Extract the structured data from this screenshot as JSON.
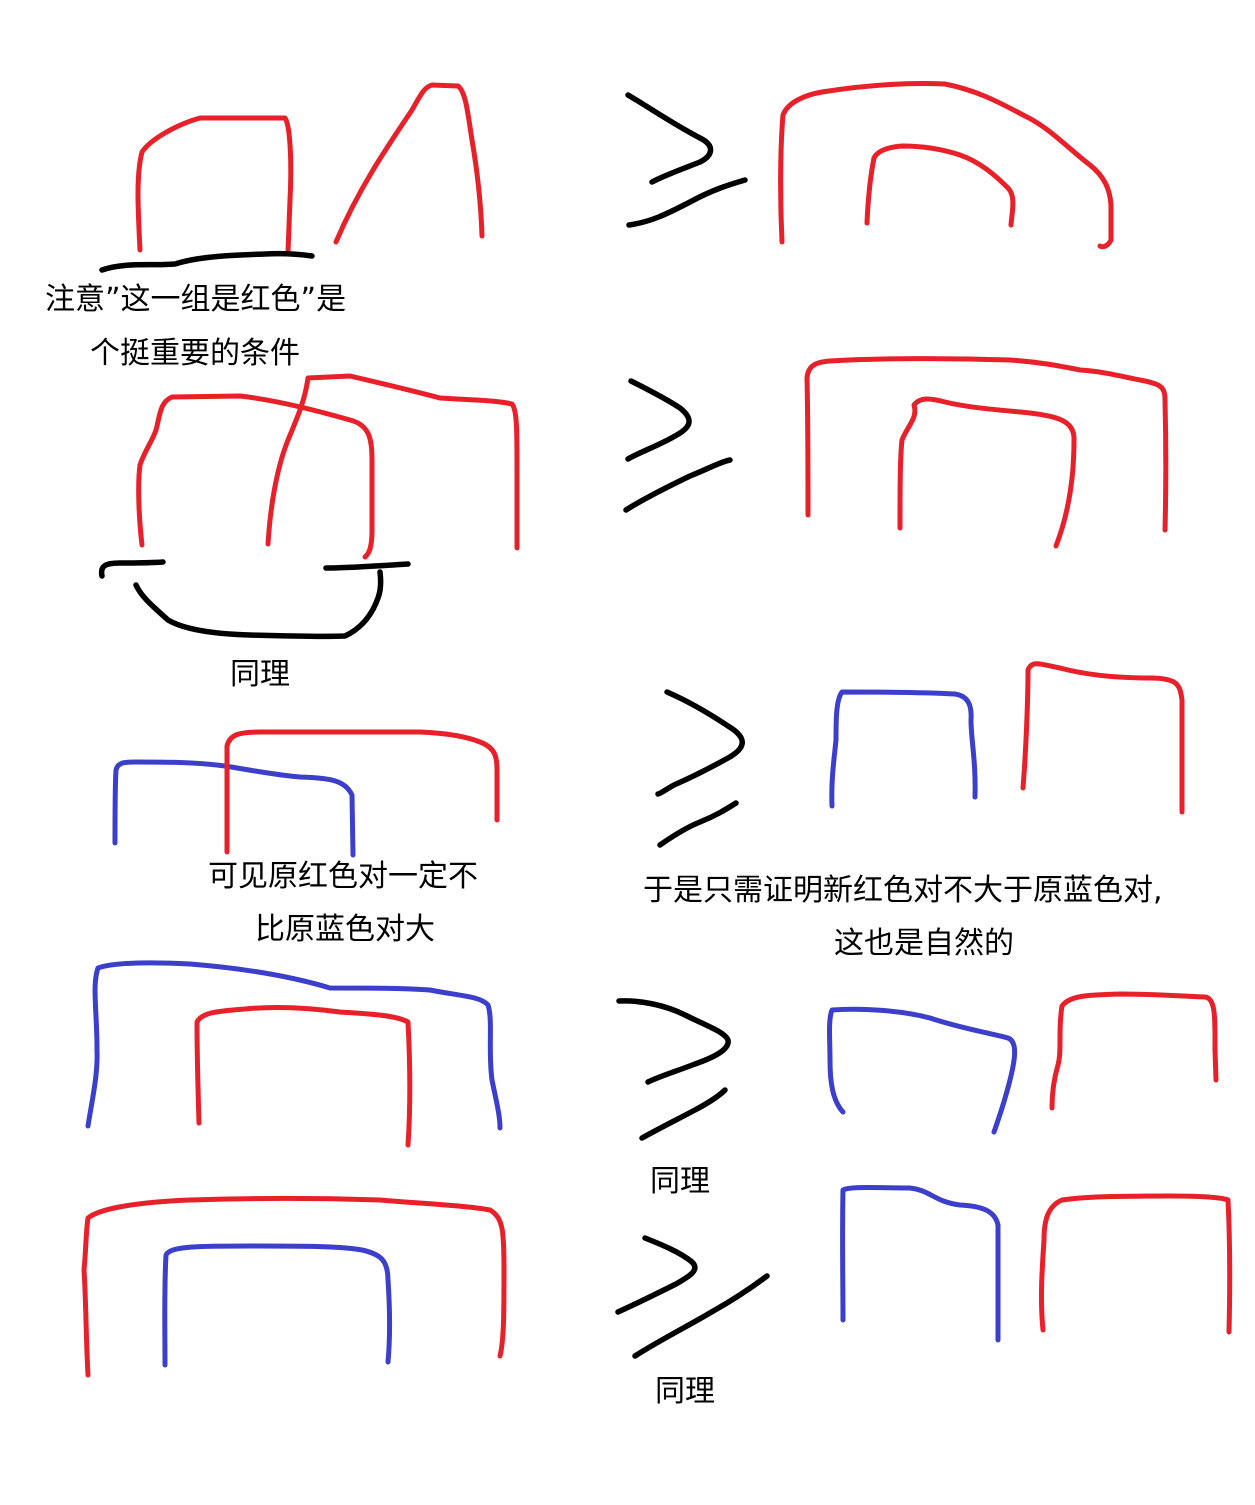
{
  "colors": {
    "red": "#e8202a",
    "blue": "#3b3fcc",
    "black": "#000000",
    "background": "#ffffff"
  },
  "notes": {
    "row1_line1": "注意”这一组是红色”是",
    "row1_line2": "个挺重要的条件",
    "row2": "同理",
    "row3_left_line1": "可见原红色对一定不",
    "row3_left_line2": "比原蓝色对大",
    "row3_right_line1": "于是只需证明新红色对不大于原蓝色对,",
    "row3_right_line2": "这也是自然的",
    "row4": "同理",
    "row5": "同理"
  }
}
